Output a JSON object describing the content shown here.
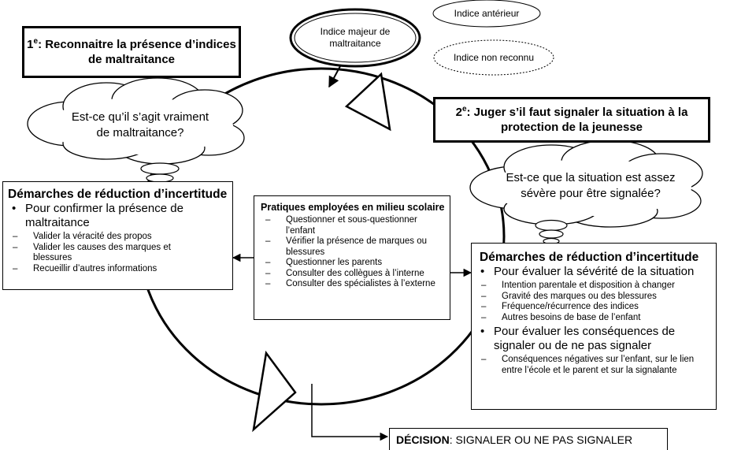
{
  "steps": {
    "step1": {
      "num": "1",
      "sup": "e",
      "text": ": Reconnaitre la présence d’indices de maltraitance"
    },
    "step2": {
      "num": "2",
      "sup": "e",
      "text": ": Juger s’il faut signaler la situation à la protection de la jeunesse"
    }
  },
  "indices": {
    "major": "Indice majeur de maltraitance",
    "previous": "Indice antérieur",
    "unrecognized": "Indice non reconnu"
  },
  "thoughts": {
    "left": "Est-ce qu’il s’agit vraiment de maltraitance?",
    "right": "Est-ce que la situation est assez sévère pour être signalée?"
  },
  "left_box": {
    "title": "Démarches de réduction d’incertitude",
    "bullets": [
      {
        "text": "Pour confirmer la présence de maltraitance",
        "items": [
          "Valider la véracité des propos",
          "Valider les causes des marques et blessures",
          "Recueillir d’autres informations"
        ]
      }
    ]
  },
  "center_box": {
    "title": "Pratiques employées en milieu scolaire",
    "items": [
      "Questionner et sous-questionner l’enfant",
      "Vérifier la présence de marques ou blessures",
      "Questionner les parents",
      "Consulter des collègues à l’interne",
      "Consulter des spécialistes à l’externe"
    ]
  },
  "right_box": {
    "title": "Démarches de réduction d’incertitude",
    "bullets": [
      {
        "text": "Pour évaluer la sévérité de la situation",
        "items": [
          "Intention parentale et disposition à changer",
          "Gravité des marques ou des blessures",
          "Fréquence/récurrence des indices",
          "Autres besoins de base de l’enfant"
        ]
      },
      {
        "text": "Pour évaluer les conséquences de signaler ou de ne pas signaler",
        "items": [
          "Conséquences négatives sur l’enfant, sur le lien entre l’école et le parent et sur la signalante"
        ]
      }
    ]
  },
  "decision": {
    "label": "DÉCISION",
    "text": ": SIGNALER OU NE PAS SIGNALER"
  }
}
